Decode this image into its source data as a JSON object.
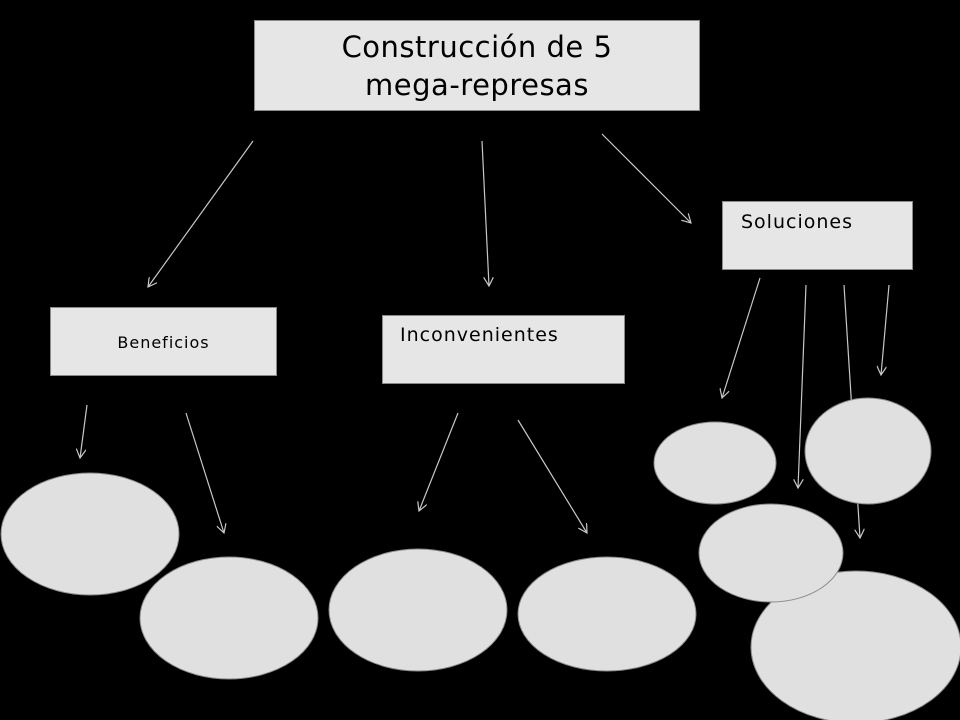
{
  "diagram": {
    "title": "Construcción de 5\nmega-represas",
    "nodes": {
      "beneficios": "Beneficios",
      "inconvenientes": "Inconvenientes",
      "soluciones": "Soluciones"
    },
    "colors": {
      "background": "#000000",
      "box_fill": "#e6e6e6",
      "ellipse_fill": "#e0e0e0",
      "stroke": "#8a8a8a",
      "arrow": "#c8c8c8"
    },
    "ellipse_groups": {
      "beneficios": 2,
      "inconvenientes": 2,
      "soluciones": 4
    }
  }
}
